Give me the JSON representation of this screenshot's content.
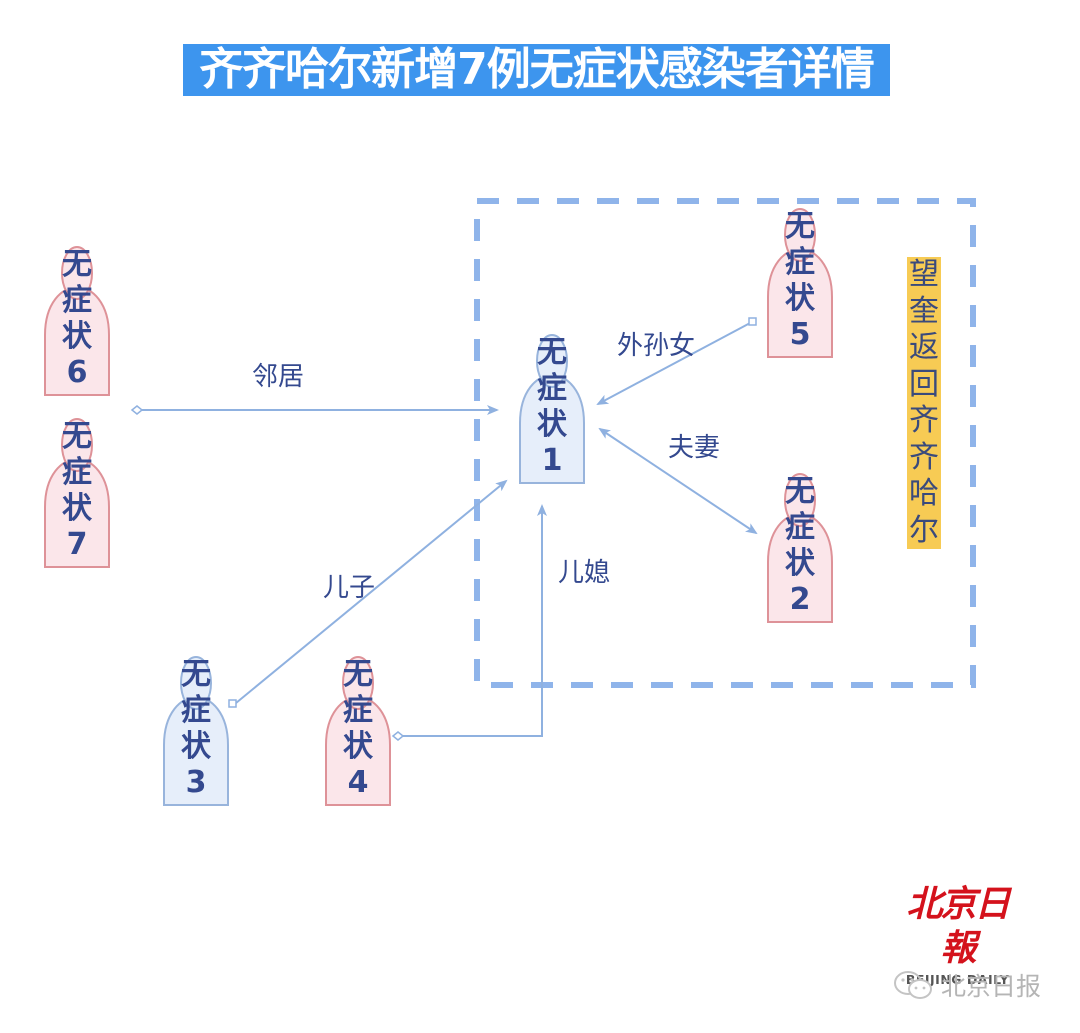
{
  "title": "齐齐哈尔新增7例无症状感染者详情",
  "persons": [
    {
      "id": "1",
      "line1": "无",
      "line2": "症",
      "line3": "状",
      "num": "1",
      "color": "blue"
    },
    {
      "id": "2",
      "line1": "无",
      "line2": "症",
      "line3": "状",
      "num": "2",
      "color": "red"
    },
    {
      "id": "3",
      "line1": "无",
      "line2": "症",
      "line3": "状",
      "num": "3",
      "color": "blue"
    },
    {
      "id": "4",
      "line1": "无",
      "line2": "症",
      "line3": "状",
      "num": "4",
      "color": "red"
    },
    {
      "id": "5",
      "line1": "无",
      "line2": "症",
      "line3": "状",
      "num": "5",
      "color": "red"
    },
    {
      "id": "6",
      "line1": "无",
      "line2": "症",
      "line3": "状",
      "num": "6",
      "color": "red"
    },
    {
      "id": "7",
      "line1": "无",
      "line2": "症",
      "line3": "状",
      "num": "7",
      "color": "red"
    }
  ],
  "relations": [
    {
      "from": "6/7",
      "to": "1",
      "label": "邻居"
    },
    {
      "from": "5",
      "to": "1",
      "label": "外孙女"
    },
    {
      "from": "1",
      "to": "2",
      "label": "夫妻",
      "bidirectional": true
    },
    {
      "from": "3",
      "to": "1",
      "label": "儿子"
    },
    {
      "from": "4",
      "to": "1",
      "label": "儿媳"
    }
  ],
  "group_box": {
    "label": "望奎返回齐齐哈尔",
    "members": [
      "1",
      "2",
      "5"
    ]
  },
  "colors": {
    "title_bg": "#3d95ee",
    "blue_fill": "#e6eefa",
    "blue_stroke": "#98b4dc",
    "red_fill": "#fbe6ea",
    "red_stroke": "#de9298",
    "text": "#34498f",
    "arrow": "#8fb1e0",
    "dash": "#8fb4ea",
    "highlight": "#f7cb54"
  },
  "logo": {
    "cn": "北京日報",
    "en": "BEIJING DAILY"
  },
  "watermark": "北京日报"
}
